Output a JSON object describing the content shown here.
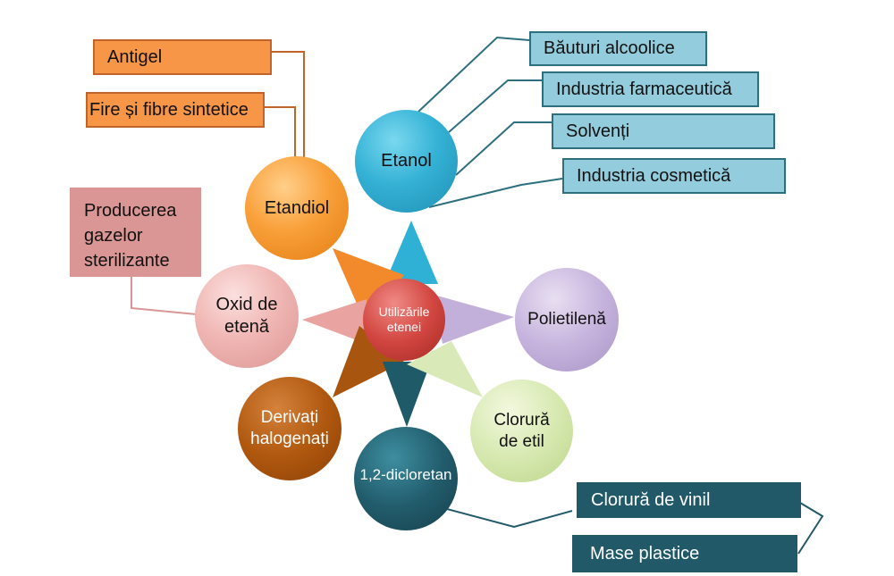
{
  "center": {
    "line1": "Utilizările",
    "line2": "etenei"
  },
  "nodes": {
    "etanol": "Etanol",
    "etandiol": "Etandiol",
    "oxid_line1": "Oxid de",
    "oxid_line2": "etenă",
    "derivati_line1": "Derivați",
    "derivati_line2": "halogenați",
    "dicloretan": "1,2-dicloretan",
    "clorura_line1": "Clorură",
    "clorura_line2": "de etil",
    "polietilena": "Polietilenă"
  },
  "boxes": {
    "antigel": "Antigel",
    "fire": "Fire și fibre sintetice",
    "bauturi": "Băuturi alcoolice",
    "farma": "Industria farmaceutică",
    "solventi": "Solvenți",
    "cosmetica": "Industria cosmetică",
    "gaze_line1": "Producerea",
    "gaze_line2": "gazelor",
    "gaze_line3": "sterilizante",
    "vinil": "Clorură de vinil",
    "mase": "Mase plastice"
  },
  "colors": {
    "orange": "#f79646",
    "blue": "#93cddd",
    "pink": "#d99694",
    "dark_teal": "#215968",
    "center_red": "#d24640"
  }
}
